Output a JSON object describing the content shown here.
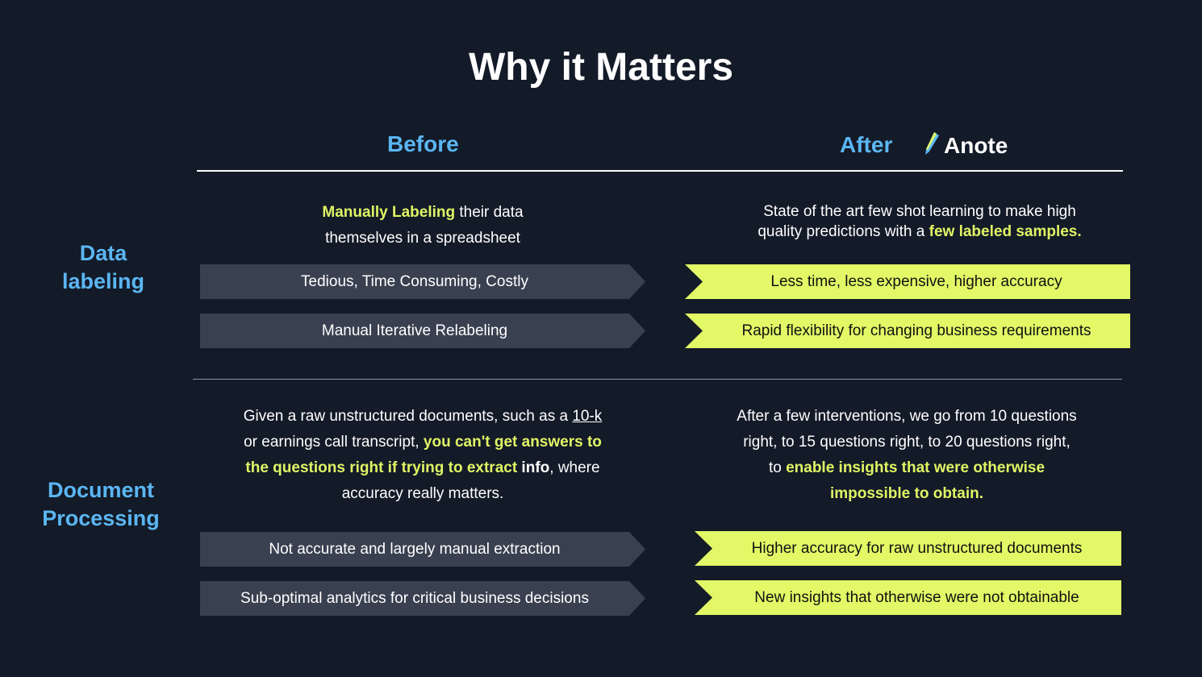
{
  "title": "Why it Matters",
  "columns": {
    "before": "Before",
    "after": "After",
    "brand": "Anote"
  },
  "colors": {
    "background": "#131a28",
    "accent_blue": "#5bb6f2",
    "highlight_yellow": "#e2f866",
    "before_box": "#394050"
  },
  "icons": {
    "brand_logo": "pen-nib-icon"
  },
  "sections": [
    {
      "label_line1": "Data",
      "label_line2": "labeling",
      "before_desc": {
        "hl1": "Manually Labeling",
        "t1": " their data",
        "t2": "themselves in a spreadsheet"
      },
      "after_desc": {
        "t1": "State of the art few shot learning to make high",
        "t2": "quality predictions with a ",
        "hl1": "few labeled samples."
      },
      "before_points": [
        "Tedious, Time Consuming, Costly",
        "Manual Iterative Relabeling"
      ],
      "after_points": [
        "Less time, less expensive, higher accuracy",
        "Rapid flexibility for changing business requirements"
      ]
    },
    {
      "label_line1": "Document",
      "label_line2": "Processing",
      "before_desc": {
        "t1": "Given a raw unstructured documents, such as a ",
        "ul1": "10-k",
        "t2": "or earnings call transcript, ",
        "hl1": "you can't get answers to",
        "hl2": "the questions right if trying to extract",
        "t3": " info",
        "t4": ", where",
        "t5": "accuracy really matters."
      },
      "after_desc": {
        "t1": "After a few interventions, we go from 10 questions",
        "t2": "right, to 15 questions right, to 20 questions right,",
        "t3": "to ",
        "hl1": "enable insights that were otherwise",
        "hl2": "impossible to obtain."
      },
      "before_points": [
        "Not accurate and largely manual extraction",
        "Sub-optimal analytics for critical business decisions"
      ],
      "after_points": [
        "Higher accuracy for raw unstructured documents",
        "New insights that otherwise were not obtainable"
      ]
    }
  ]
}
